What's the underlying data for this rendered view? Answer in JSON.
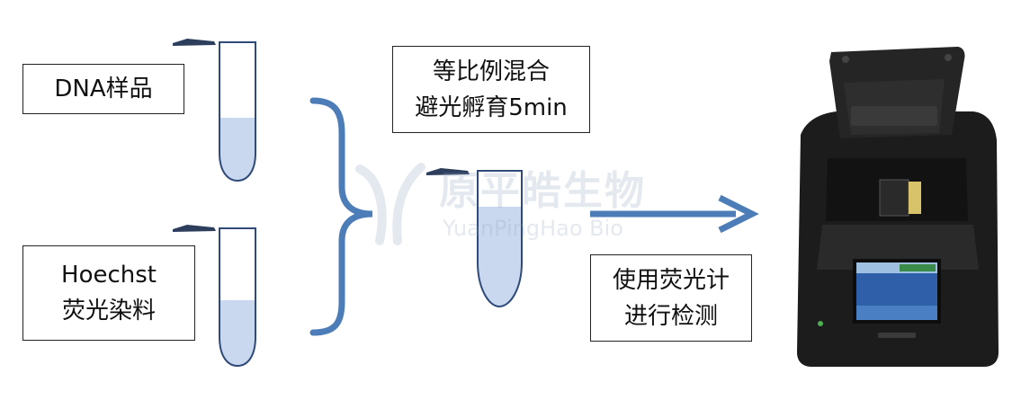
{
  "labels": {
    "dna_sample": "DNA样品",
    "hoechst_line1": "Hoechst",
    "hoechst_line2": "荧光染料",
    "mix_line1": "等比例混合",
    "mix_line2": "避光孵育5min",
    "detect_line1": "使用荧光计",
    "detect_line2": "进行检测"
  },
  "watermark": {
    "cn": "原平皓生物",
    "en": "YuanPingHao Bio"
  },
  "colors": {
    "tube_liquid": "#c9d8ef",
    "tube_outline": "#2f4a78",
    "cap": "#2c3e5c",
    "bracket": "#4d7db8",
    "arrow": "#4d7db8",
    "device_body": "#1c1c1c",
    "screen": "#2e5fa8"
  }
}
